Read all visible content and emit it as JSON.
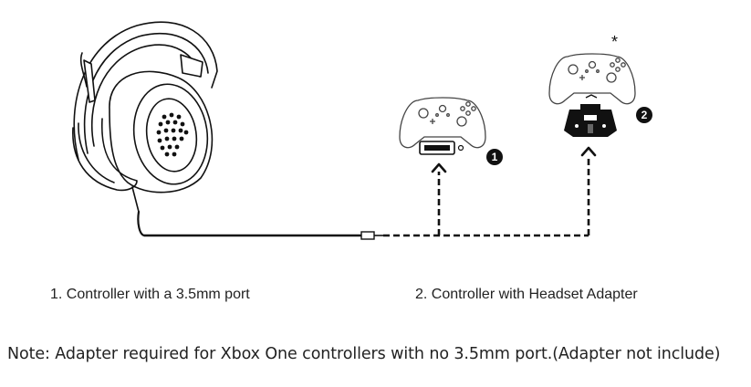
{
  "labels": {
    "step1_badge": "1",
    "step2_badge": "2",
    "asterisk": "*",
    "caption1": "1. Controller with a 3.5mm port",
    "caption2": "2. Controller with Headset Adapter",
    "note": "Note: Adapter required for Xbox One controllers with no 3.5mm port.(Adapter not include)"
  },
  "icons": {
    "headset": "headset-illustration",
    "controller1": "xbox-controller-icon",
    "controller2": "xbox-controller-icon",
    "adapter": "headset-adapter-icon"
  }
}
